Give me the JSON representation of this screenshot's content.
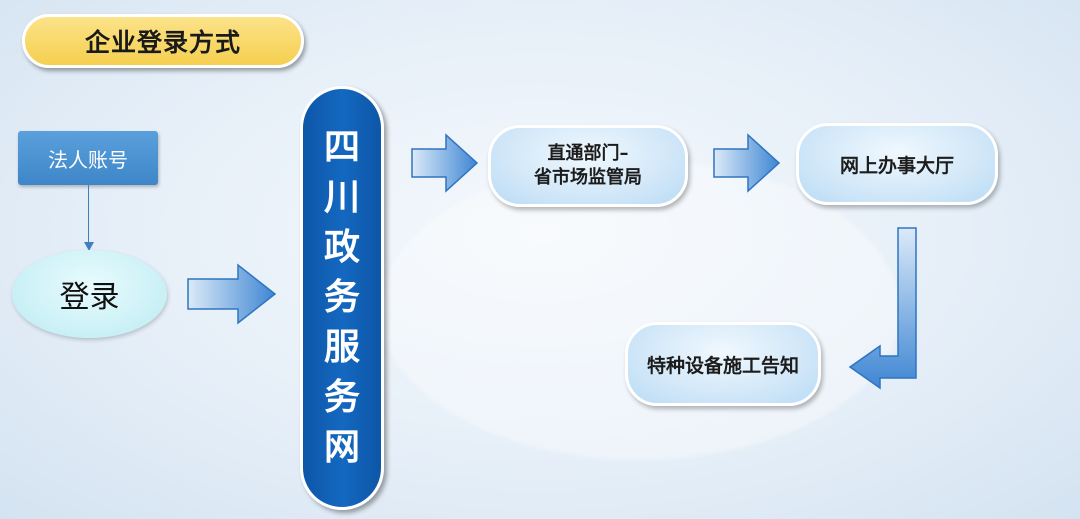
{
  "title": "企业登录方式",
  "nodes": {
    "account": "法人账号",
    "login": "登录",
    "portal_chars": [
      "四",
      "川",
      "政",
      "务",
      "服",
      "务",
      "网"
    ],
    "dept_line1": "直通部门–",
    "dept_line2": "省市场监管局",
    "hall": "网上办事大厅",
    "notice": "特种设备施工告知"
  },
  "colors": {
    "title_fill": "#f5cf4f",
    "portal_fill": "#1468c0",
    "account_fill": "#4a92d2",
    "login_fill": "#c9f0f6",
    "node_fill": "#cfe6f8",
    "arrow_fill": "#4a8fd6"
  }
}
